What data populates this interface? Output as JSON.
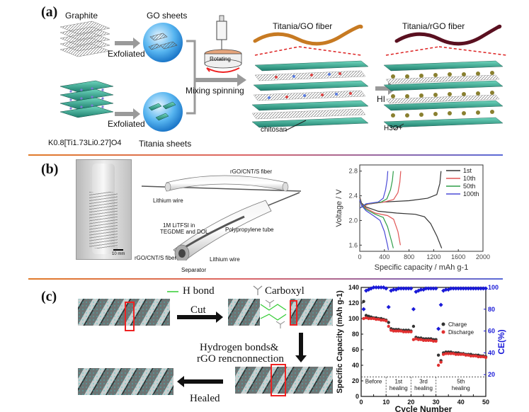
{
  "panel_a": {
    "label": "(a)",
    "graphite": "Graphite",
    "go_sheets": "GO sheets",
    "exfoliated_top": "Exfoliated",
    "exfoliated_bottom": "Exfoliated",
    "titania_sheets": "Titania sheets",
    "formula": "K0.8[Ti1.73Li0.27]O4",
    "rotating": "Rotating",
    "mixing": "Mixing",
    "spinning": "spinning",
    "titania_go_fiber": "Titania/GO fiber",
    "titania_rgo_fiber": "Titania/rGO fiber",
    "chitosan": "chitosan",
    "hi": "HI",
    "h3o": "H3O+"
  },
  "panel_b": {
    "label": "(b)",
    "scale_bar": "10 mm",
    "rgo_fiber_top": "rGO/CNT/S fiber",
    "lithium_wire_top": "Lithium wire",
    "electrolyte_line1": "1M LiTFSI in",
    "electrolyte_line2": "TEGDME and DOL",
    "polypropylene": "Polypropylene tube",
    "rgo_fiber_bottom": "rGO/CNT/S fiber",
    "lithium_wire_bottom": "Lithium wire",
    "separator": "Separator"
  },
  "panel_c": {
    "label": "(c)",
    "h_bond": "H bond",
    "carboxyl": "Carboxyl",
    "cut": "Cut",
    "hydrogen_line1": "Hydrogen bonds&",
    "hydrogen_line2": "rGO rencnonnection",
    "healed": "Healed"
  },
  "chart_data": [
    {
      "type": "line",
      "xlabel": "Specific capacity / mAh g-1",
      "ylabel": "Voltage / V",
      "xlim": [
        0,
        2000
      ],
      "ylim": [
        1.5,
        2.9
      ],
      "xticks": [
        0,
        400,
        800,
        1200,
        1600,
        2000
      ],
      "yticks": [
        1.6,
        2.0,
        2.4,
        2.8
      ],
      "legend_position": "top-right",
      "series": [
        {
          "name": "1st",
          "color": "#333333",
          "charge": [
            [
              0,
              2.2
            ],
            [
              100,
              2.26
            ],
            [
              400,
              2.3
            ],
            [
              800,
              2.32
            ],
            [
              1100,
              2.36
            ],
            [
              1250,
              2.42
            ],
            [
              1300,
              2.6
            ],
            [
              1320,
              2.8
            ]
          ],
          "discharge": [
            [
              0,
              2.38
            ],
            [
              30,
              2.28
            ],
            [
              100,
              2.22
            ],
            [
              300,
              2.15
            ],
            [
              600,
              2.12
            ],
            [
              900,
              2.1
            ],
            [
              1050,
              2.06
            ],
            [
              1150,
              1.95
            ],
            [
              1250,
              1.75
            ],
            [
              1330,
              1.55
            ]
          ]
        },
        {
          "name": "10th",
          "color": "#e05555",
          "charge": [
            [
              0,
              2.2
            ],
            [
              150,
              2.27
            ],
            [
              400,
              2.3
            ],
            [
              550,
              2.34
            ],
            [
              620,
              2.45
            ],
            [
              650,
              2.62
            ],
            [
              665,
              2.8
            ]
          ],
          "discharge": [
            [
              0,
              2.36
            ],
            [
              30,
              2.26
            ],
            [
              100,
              2.2
            ],
            [
              250,
              2.12
            ],
            [
              450,
              2.08
            ],
            [
              550,
              2.02
            ],
            [
              620,
              1.82
            ],
            [
              660,
              1.6
            ]
          ]
        },
        {
          "name": "50th",
          "color": "#2e9e48",
          "charge": [
            [
              0,
              2.2
            ],
            [
              120,
              2.27
            ],
            [
              350,
              2.3
            ],
            [
              440,
              2.35
            ],
            [
              500,
              2.5
            ],
            [
              530,
              2.65
            ],
            [
              545,
              2.8
            ]
          ],
          "discharge": [
            [
              0,
              2.35
            ],
            [
              30,
              2.25
            ],
            [
              100,
              2.18
            ],
            [
              250,
              2.1
            ],
            [
              380,
              2.05
            ],
            [
              450,
              1.9
            ],
            [
              520,
              1.65
            ],
            [
              545,
              1.55
            ]
          ]
        },
        {
          "name": "100th",
          "color": "#4b4bd6",
          "charge": [
            [
              0,
              2.2
            ],
            [
              100,
              2.27
            ],
            [
              300,
              2.3
            ],
            [
              380,
              2.36
            ],
            [
              420,
              2.5
            ],
            [
              445,
              2.66
            ],
            [
              455,
              2.8
            ]
          ],
          "discharge": [
            [
              0,
              2.34
            ],
            [
              30,
              2.24
            ],
            [
              100,
              2.16
            ],
            [
              220,
              2.08
            ],
            [
              330,
              2.0
            ],
            [
              400,
              1.82
            ],
            [
              450,
              1.6
            ],
            [
              465,
              1.52
            ]
          ]
        }
      ]
    },
    {
      "type": "scatter",
      "xlabel": "Cycle Number",
      "ylabel": "Specific Capacity (mAh g-1)",
      "y2label": "CE(%)",
      "xlim": [
        0,
        50
      ],
      "ylim": [
        0,
        140
      ],
      "y2lim": [
        0,
        100
      ],
      "xticks": [
        0,
        5,
        10,
        15,
        20,
        25,
        30,
        35,
        40,
        45,
        50
      ],
      "yticks": [
        0,
        20,
        40,
        60,
        80,
        100,
        120,
        140
      ],
      "y2ticks": [
        20,
        40,
        60,
        80,
        100
      ],
      "legend_position": "top-right",
      "regions": [
        {
          "label": "Before",
          "from": 0,
          "to": 10
        },
        {
          "label": "1st healing",
          "from": 10,
          "to": 20
        },
        {
          "label": "3rd healing",
          "from": 20,
          "to": 30
        },
        {
          "label": "5th healing",
          "from": 30,
          "to": 50
        }
      ],
      "series": [
        {
          "name": "Charge",
          "color": "#333333",
          "axis": "left",
          "values": [
            [
              1,
              122
            ],
            [
              2,
              104
            ],
            [
              3,
              103
            ],
            [
              4,
              102
            ],
            [
              5,
              101
            ],
            [
              6,
              101
            ],
            [
              7,
              100
            ],
            [
              8,
              100
            ],
            [
              9,
              99
            ],
            [
              10,
              98
            ],
            [
              11,
              95
            ],
            [
              12,
              87
            ],
            [
              13,
              86
            ],
            [
              14,
              86
            ],
            [
              15,
              86
            ],
            [
              16,
              85
            ],
            [
              17,
              85
            ],
            [
              18,
              85
            ],
            [
              19,
              85
            ],
            [
              20,
              84
            ],
            [
              21,
              90
            ],
            [
              22,
              76
            ],
            [
              23,
              75
            ],
            [
              24,
              75
            ],
            [
              25,
              74
            ],
            [
              26,
              74
            ],
            [
              27,
              74
            ],
            [
              28,
              74
            ],
            [
              29,
              73
            ],
            [
              30,
              73
            ],
            [
              31,
              53
            ],
            [
              32,
              46
            ],
            [
              33,
              56
            ],
            [
              34,
              57
            ],
            [
              35,
              57
            ],
            [
              36,
              57
            ],
            [
              37,
              56
            ],
            [
              38,
              56
            ],
            [
              39,
              56
            ],
            [
              40,
              55
            ],
            [
              41,
              55
            ],
            [
              42,
              54
            ],
            [
              43,
              54
            ],
            [
              44,
              54
            ],
            [
              45,
              53
            ],
            [
              46,
              53
            ],
            [
              47,
              53
            ],
            [
              48,
              52
            ],
            [
              49,
              52
            ],
            [
              50,
              51
            ]
          ]
        },
        {
          "name": "Discharge",
          "color": "#e03030",
          "axis": "left",
          "values": [
            [
              1,
              100
            ],
            [
              2,
              101
            ],
            [
              3,
              100
            ],
            [
              4,
              100
            ],
            [
              5,
              100
            ],
            [
              6,
              99
            ],
            [
              7,
              99
            ],
            [
              8,
              98
            ],
            [
              9,
              98
            ],
            [
              10,
              97
            ],
            [
              11,
              90
            ],
            [
              12,
              85
            ],
            [
              13,
              84
            ],
            [
              14,
              84
            ],
            [
              15,
              84
            ],
            [
              16,
              84
            ],
            [
              17,
              83
            ],
            [
              18,
              83
            ],
            [
              19,
              83
            ],
            [
              20,
              83
            ],
            [
              21,
              73
            ],
            [
              22,
              74
            ],
            [
              23,
              73
            ],
            [
              24,
              73
            ],
            [
              25,
              72
            ],
            [
              26,
              72
            ],
            [
              27,
              72
            ],
            [
              28,
              72
            ],
            [
              29,
              71
            ],
            [
              30,
              71
            ],
            [
              31,
              40
            ],
            [
              32,
              44
            ],
            [
              33,
              54
            ],
            [
              34,
              55
            ],
            [
              35,
              55
            ],
            [
              36,
              55
            ],
            [
              37,
              55
            ],
            [
              38,
              54
            ],
            [
              39,
              54
            ],
            [
              40,
              54
            ],
            [
              41,
              54
            ],
            [
              42,
              53
            ],
            [
              43,
              53
            ],
            [
              44,
              52
            ],
            [
              45,
              52
            ],
            [
              46,
              52
            ],
            [
              47,
              51
            ],
            [
              48,
              51
            ],
            [
              49,
              51
            ],
            [
              50,
              50
            ]
          ]
        },
        {
          "name": "CE",
          "color": "#1a1ad8",
          "axis": "right",
          "values": [
            [
              1,
              80
            ],
            [
              2,
              97
            ],
            [
              3,
              98
            ],
            [
              4,
              99
            ],
            [
              5,
              100
            ],
            [
              6,
              100
            ],
            [
              7,
              100
            ],
            [
              8,
              100
            ],
            [
              9,
              100
            ],
            [
              10,
              99
            ],
            [
              11,
              82
            ],
            [
              12,
              97
            ],
            [
              13,
              98
            ],
            [
              14,
              98
            ],
            [
              15,
              99
            ],
            [
              16,
              99
            ],
            [
              17,
              99
            ],
            [
              18,
              99
            ],
            [
              19,
              99
            ],
            [
              20,
              99
            ],
            [
              21,
              80
            ],
            [
              22,
              96
            ],
            [
              23,
              97
            ],
            [
              24,
              98
            ],
            [
              25,
              98
            ],
            [
              26,
              99
            ],
            [
              27,
              99
            ],
            [
              28,
              99
            ],
            [
              29,
              99
            ],
            [
              30,
              99
            ],
            [
              31,
              62
            ],
            [
              32,
              84
            ],
            [
              33,
              97
            ],
            [
              34,
              98
            ],
            [
              35,
              98
            ],
            [
              36,
              99
            ],
            [
              37,
              99
            ],
            [
              38,
              99
            ],
            [
              39,
              99
            ],
            [
              40,
              99
            ],
            [
              41,
              99
            ],
            [
              42,
              99
            ],
            [
              43,
              99
            ],
            [
              44,
              99
            ],
            [
              45,
              99
            ],
            [
              46,
              99
            ],
            [
              47,
              99
            ],
            [
              48,
              99
            ],
            [
              49,
              99
            ],
            [
              50,
              99
            ]
          ]
        }
      ]
    }
  ]
}
